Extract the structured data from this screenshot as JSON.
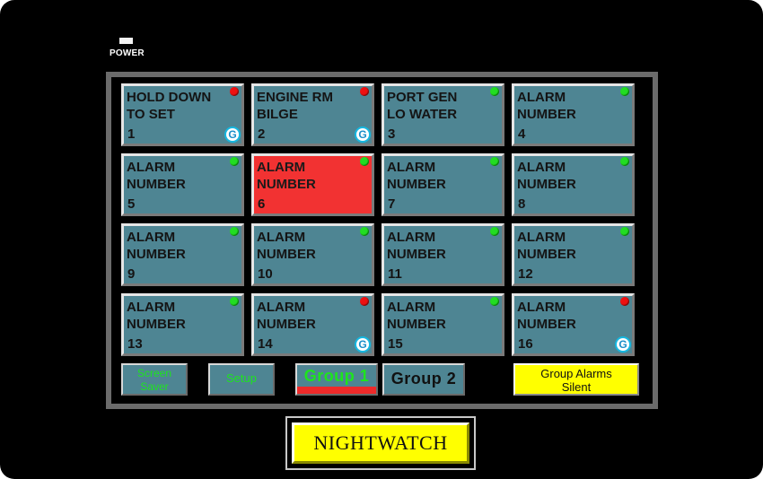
{
  "power": {
    "label": "POWER"
  },
  "tiles": [
    {
      "text": "HOLD DOWN\nTO SET",
      "number": "1",
      "led": "red",
      "g": "G"
    },
    {
      "text": "ENGINE  RM\nBILGE",
      "number": "2",
      "led": "red",
      "g": "G"
    },
    {
      "text": "PORT GEN\nLO WATER",
      "number": "3",
      "led": "green",
      "g": null
    },
    {
      "text": "ALARM\nNUMBER",
      "number": "4",
      "led": "green",
      "g": null
    },
    {
      "text": "ALARM\nNUMBER",
      "number": "5",
      "led": "green",
      "g": null
    },
    {
      "text": "ALARM\nNUMBER",
      "number": "6",
      "led": "green",
      "g": null,
      "active": true
    },
    {
      "text": "ALARM\nNUMBER",
      "number": "7",
      "led": "green",
      "g": null
    },
    {
      "text": "ALARM\nNUMBER",
      "number": "8",
      "led": "green",
      "g": null
    },
    {
      "text": "ALARM\nNUMBER",
      "number": "9",
      "led": "green",
      "g": null
    },
    {
      "text": "ALARM\nNUMBER",
      "number": "10",
      "led": "green",
      "g": null
    },
    {
      "text": "ALARM\nNUMBER",
      "number": "11",
      "led": "green",
      "g": null
    },
    {
      "text": "ALARM\nNUMBER",
      "number": "12",
      "led": "green",
      "g": null
    },
    {
      "text": "ALARM\nNUMBER",
      "number": "13",
      "led": "green",
      "g": null
    },
    {
      "text": "ALARM\nNUMBER",
      "number": "14",
      "led": "red",
      "g": "G"
    },
    {
      "text": "ALARM\nNUMBER",
      "number": "15",
      "led": "green",
      "g": null
    },
    {
      "text": "ALARM\nNUMBER",
      "number": "16",
      "led": "red",
      "g": "G"
    }
  ],
  "buttons": {
    "screen_saver": "Screen\nSaver",
    "setup": "Setup",
    "group1": "Group 1",
    "group2": "Group 2",
    "group_alarms_silent": "Group Alarms\nSilent"
  },
  "brand": {
    "label": "NIGHTWATCH"
  },
  "colors": {
    "tile": "#4e8593",
    "tile_active": "#f23232",
    "led_green": "#22dd22",
    "led_red": "#ee1111",
    "button_text_green": "#1ee41e",
    "silent_yellow": "#ffff00"
  }
}
